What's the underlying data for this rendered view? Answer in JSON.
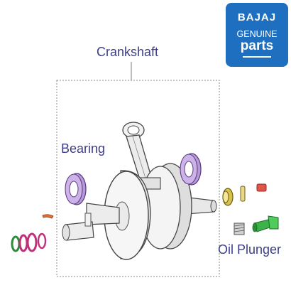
{
  "logo": {
    "brand": "BAJAJ",
    "genuine": "GENUINE",
    "parts": "parts"
  },
  "labels": {
    "crankshaft": "Crankshaft",
    "bearing": "Bearing",
    "oil_plunger": "Oil Plunger"
  },
  "colors": {
    "label_text": "#3d3d8a",
    "logo_bg": "#1f6fc1",
    "bearing_purple": "#b89ad8",
    "seal_magenta": "#c0307a",
    "seal_green": "#2e8b3a",
    "plunger_green": "#3cb24a",
    "bush_yellow": "#d8c24a",
    "pin_orange": "#e0703a"
  }
}
